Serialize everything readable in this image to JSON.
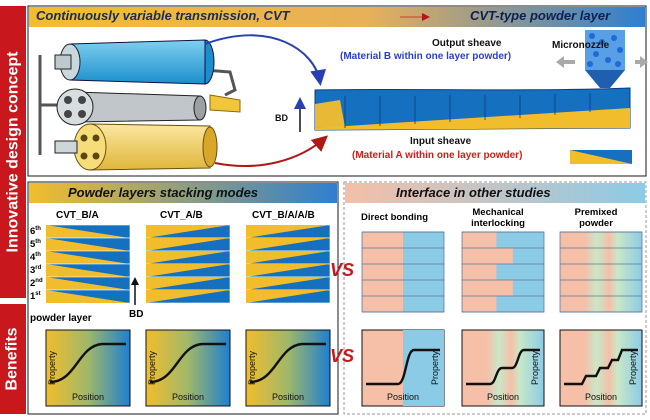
{
  "side_labels": {
    "concept": "Innovative design concept",
    "benefits": "Benefits"
  },
  "top_panel": {
    "title_left": "Continuously variable transmission, CVT",
    "title_right": "CVT-type powder layer",
    "output_sheave": "Output sheave",
    "output_material": "(Material B within one layer powder)",
    "input_sheave": "Input sheave",
    "input_material": "(Material A within one layer powder)",
    "micronozzle": "Micronozzle",
    "bd": "BD"
  },
  "stacking_panel": {
    "title": "Powder layers stacking modes",
    "modes": [
      "CVT_B/A",
      "CVT_A/B",
      "CVT_B/A/A/B"
    ],
    "layer_labels": [
      {
        "n": "6",
        "sup": "th"
      },
      {
        "n": "5",
        "sup": "th"
      },
      {
        "n": "4",
        "sup": "th"
      },
      {
        "n": "3",
        "sup": "rd"
      },
      {
        "n": "2",
        "sup": "nd"
      },
      {
        "n": "1",
        "sup": "st"
      }
    ],
    "powder_layer": "powder layer",
    "bd": "BD"
  },
  "interface_panel": {
    "title": "Interface in other studies",
    "methods": [
      "Direct bonding",
      "Mechanical interlocking",
      "Premixed powder"
    ],
    "vs": "VS"
  },
  "plots": {
    "property": "Property",
    "position": "Position"
  },
  "colors": {
    "red": "#c8171d",
    "blue": "#1570c0",
    "yellow": "#f2bd2c",
    "pink": "#f5bfa8",
    "light_blue": "#8ccbe6",
    "navy": "#0f2a5c"
  }
}
